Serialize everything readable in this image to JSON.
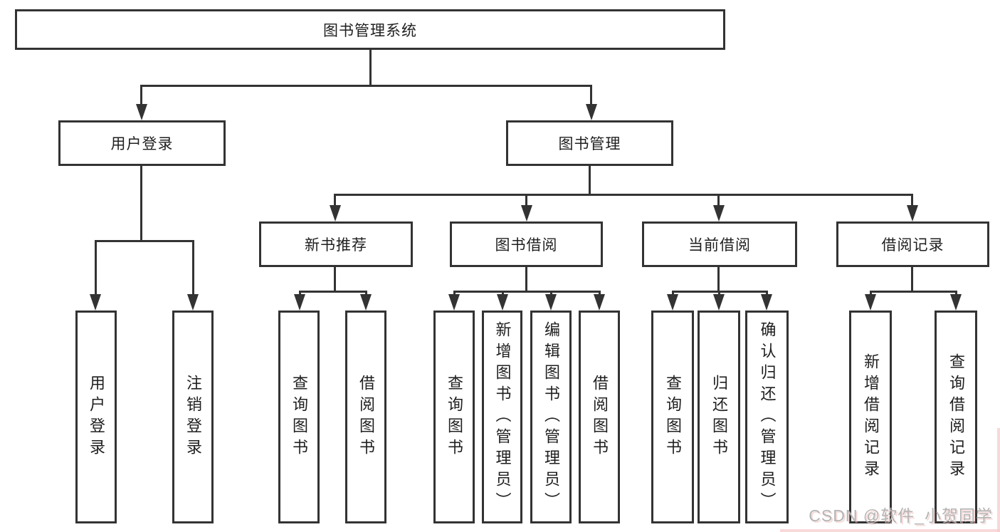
{
  "colors": {
    "background": "#ffffff",
    "line": "#333333",
    "text": "#1f1f1f",
    "watermark_gray": "#b4b4b4",
    "watermark_pink": "#f0bcbc"
  },
  "watermark": {
    "text": "CSDN @软件_小贺同学"
  },
  "tree": {
    "root": {
      "label": "图书管理系统"
    },
    "branches": [
      {
        "label": "用户登录",
        "children": [
          {
            "label": "用户登录"
          },
          {
            "label": "注销登录"
          }
        ]
      },
      {
        "label": "图书管理",
        "children": [
          {
            "label": "新书推荐",
            "children": [
              {
                "label": "查询图书"
              },
              {
                "label": "借阅图书"
              }
            ]
          },
          {
            "label": "图书借阅",
            "children": [
              {
                "label": "查询图书"
              },
              {
                "label": "新增图书（管理员）"
              },
              {
                "label": "编辑图书（管理员）"
              },
              {
                "label": "借阅图书"
              }
            ]
          },
          {
            "label": "当前借阅",
            "children": [
              {
                "label": "查询图书"
              },
              {
                "label": "归还图书"
              },
              {
                "label": "确认归还（管理员）"
              }
            ]
          },
          {
            "label": "借阅记录",
            "children": [
              {
                "label": "新增借阅记录"
              },
              {
                "label": "查询借阅记录"
              }
            ]
          }
        ]
      }
    ]
  }
}
